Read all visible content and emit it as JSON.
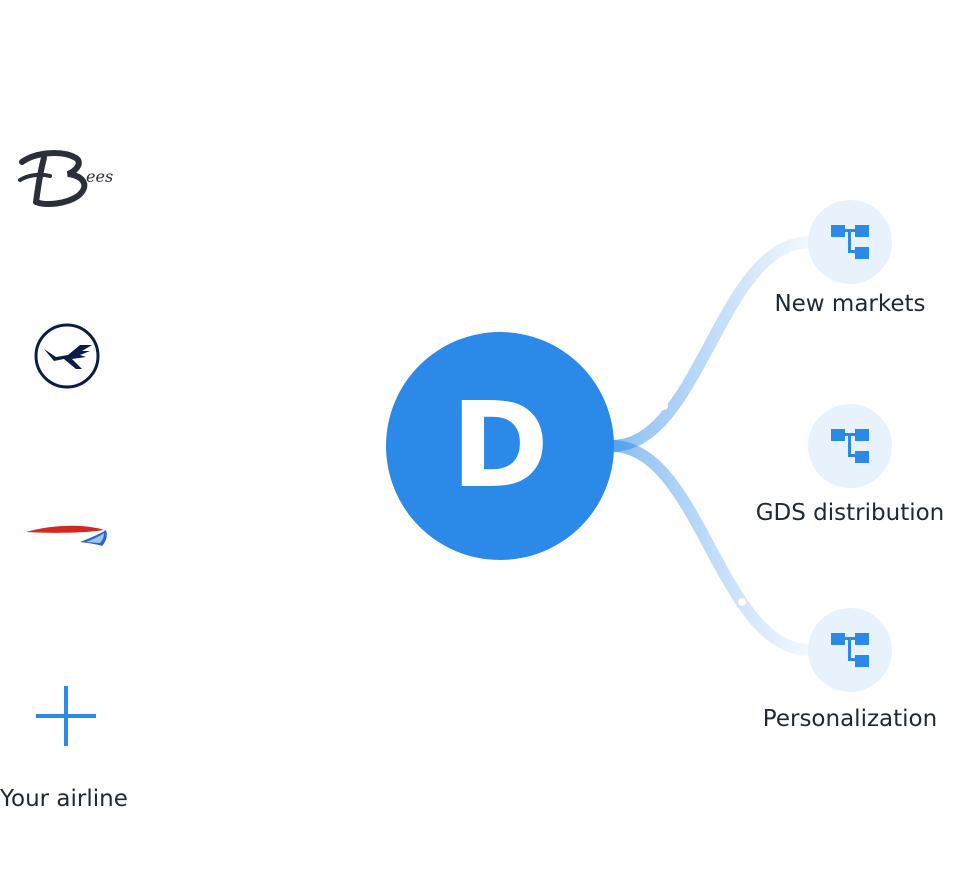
{
  "partners": [
    {
      "name": "Bees",
      "icon": "bees-logo-icon"
    },
    {
      "icon": "lufthansa-crane-logo-icon"
    },
    {
      "icon": "british-airways-speedmarque-icon"
    },
    {
      "label": "Your airline",
      "icon": "plus-icon"
    }
  ],
  "hub": {
    "letter": "D",
    "color": "#2b8ae8"
  },
  "outputs": [
    {
      "label": "New markets",
      "icon": "hierarchy-icon"
    },
    {
      "label": "GDS distribution",
      "icon": "hierarchy-icon"
    },
    {
      "label": "Personalization",
      "icon": "hierarchy-icon"
    }
  ],
  "colors": {
    "accent": "#2b8ae8",
    "node_bg": "#e8f2fd",
    "text": "#1f2933",
    "bees": "#2b2f3a",
    "lufthansa": "#0a1d4a",
    "ba_red": "#d5261f",
    "ba_blue": "#2c66c4"
  }
}
